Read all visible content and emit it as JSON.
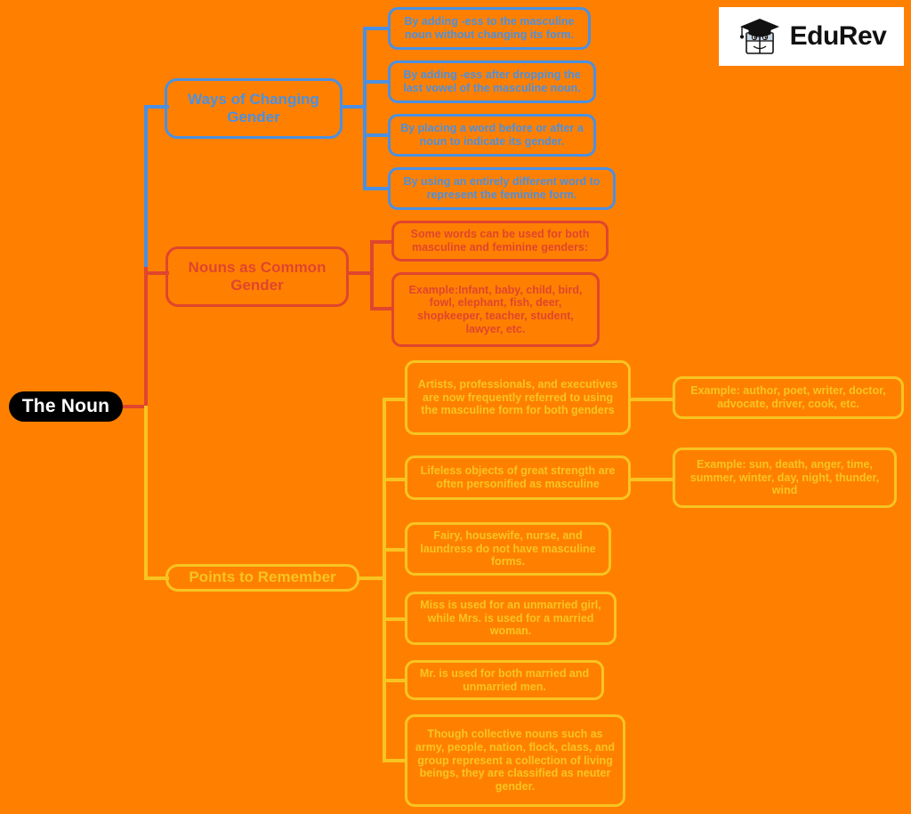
{
  "background_color": "#ff8000",
  "logo": {
    "name": "EduRev",
    "wordmark": "EduRev",
    "mark_icon": "graduation-cap-book-icon",
    "background_color": "#ffffff",
    "text_color": "#111111"
  },
  "root": {
    "label": "The Noun",
    "background_color": "#000000",
    "text_color": "#ffffff"
  },
  "branches": [
    {
      "id": "ways-of-changing-gender",
      "color": "#4a90e2",
      "label": "Ways of Changing Gender",
      "children": [
        {
          "label": "By adding -ess to the masculine noun without changing its form."
        },
        {
          "label": "By adding -ess after dropping the last vowel of the masculine noun."
        },
        {
          "label": "By placing a word before or after a noun to indicate its gender."
        },
        {
          "label": "By using an entirely different word to represent the feminine form."
        }
      ]
    },
    {
      "id": "nouns-as-common-gender",
      "color": "#e0452e",
      "label": "Nouns as Common Gender",
      "children": [
        {
          "label": "Some words can be used for both masculine and feminine genders:"
        },
        {
          "label": "Example:Infant, baby, child, bird, fowl, elephant, fish, deer, shopkeeper, teacher, student, lawyer, etc."
        }
      ]
    },
    {
      "id": "points-to-remember",
      "color": "#f7c421",
      "label": "Points to Remember",
      "children": [
        {
          "label": "Artists, professionals, and executives are now frequently referred to using the masculine form for both genders",
          "example": "Example: author, poet, writer, doctor, advocate, driver, cook, etc."
        },
        {
          "label": "Lifeless objects of great strength are often personified as masculine",
          "example": "Example: sun, death, anger, time, summer, winter, day, night, thunder, wind"
        },
        {
          "label": "Fairy, housewife, nurse, and laundress do not have masculine forms."
        },
        {
          "label": "Miss is used for an unmarried girl, while Mrs. is used for a married woman."
        },
        {
          "label": "Mr. is used for both married and unmarried men."
        },
        {
          "label": "Though collective nouns such as army, people, nation, flock, class, and group represent a collection of living beings, they are classified as neuter gender."
        }
      ]
    }
  ]
}
